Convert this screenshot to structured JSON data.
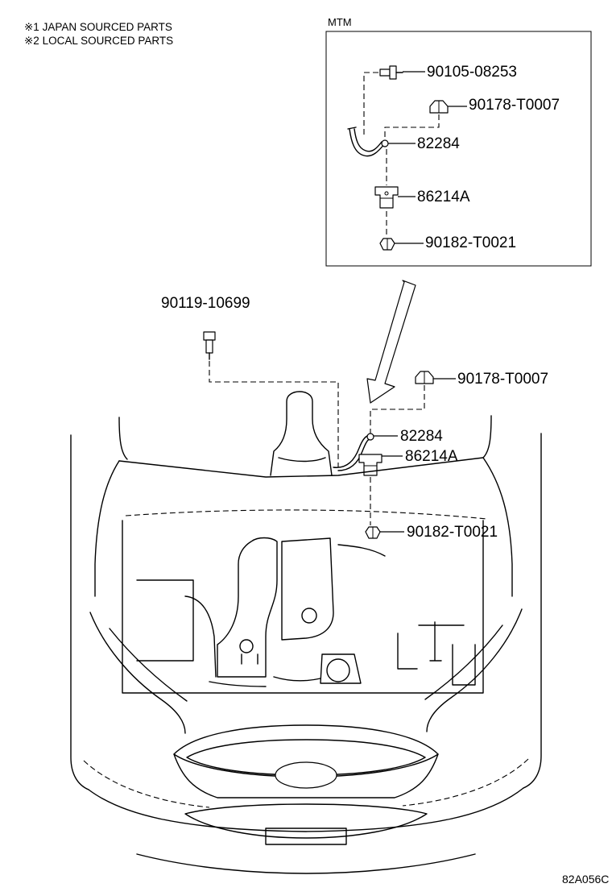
{
  "notes": [
    "※1 JAPAN SOURCED PARTS",
    "※2 LOCAL SOURCED PARTS"
  ],
  "inset": {
    "title": "MTM",
    "parts": [
      {
        "number": "90105-08253",
        "icon": "bolt-icon"
      },
      {
        "number": "90178-T0007",
        "icon": "nut-icon"
      },
      {
        "number": "82284",
        "icon": "ground-wire-icon"
      },
      {
        "number": "86214A",
        "icon": "bracket-icon"
      },
      {
        "number": "90182-T0021",
        "icon": "clip-icon"
      }
    ]
  },
  "main": {
    "parts": [
      {
        "number": "90119-10699",
        "icon": "bolt-icon"
      },
      {
        "number": "90178-T0007",
        "icon": "nut-icon"
      },
      {
        "number": "82284",
        "icon": "ground-wire-icon"
      },
      {
        "number": "86214A",
        "icon": "bracket-icon"
      },
      {
        "number": "90182-T0021",
        "icon": "clip-icon"
      }
    ]
  },
  "figure_code": "82A056C"
}
